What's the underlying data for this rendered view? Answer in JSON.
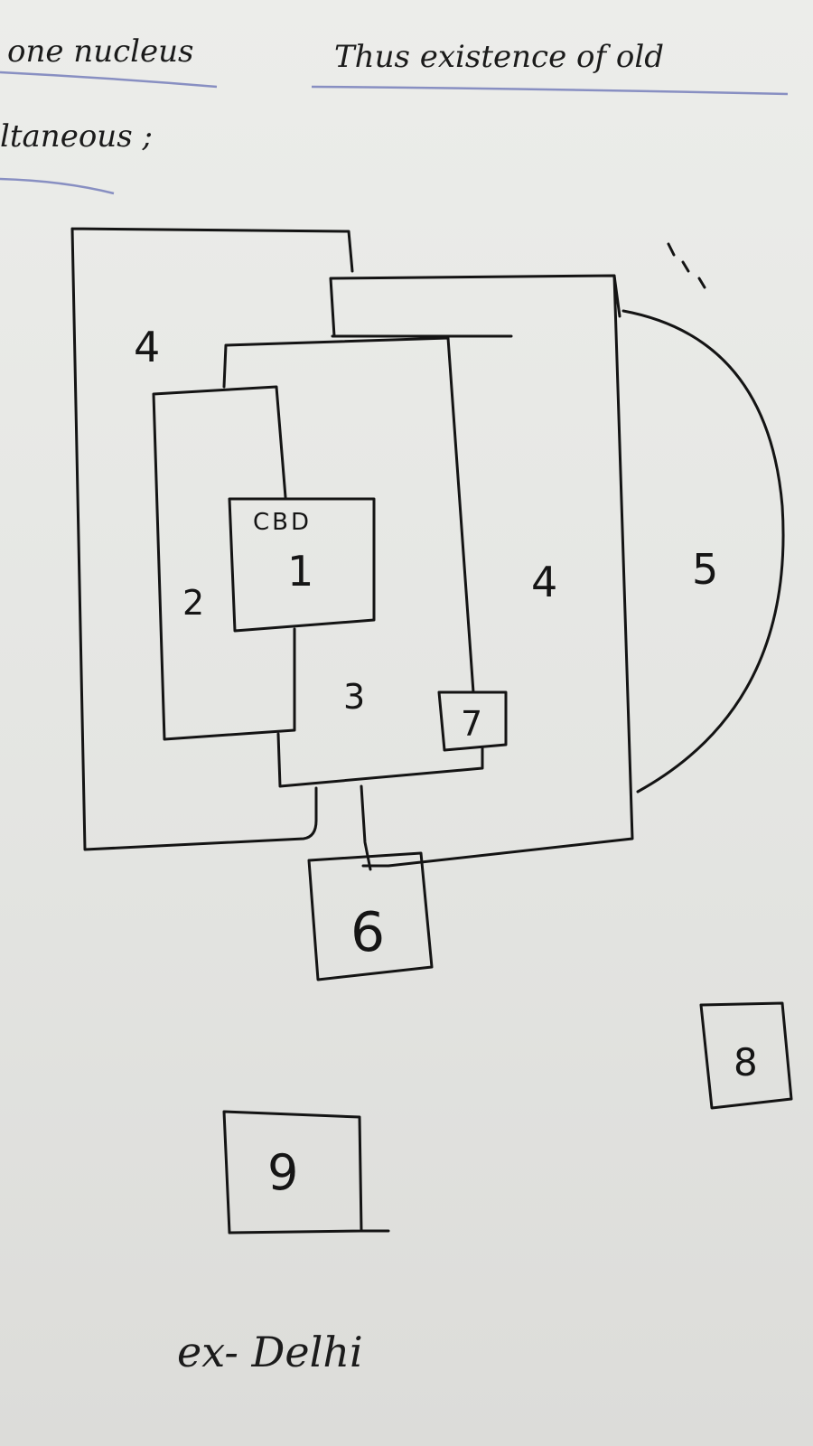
{
  "notes": {
    "line1_a": "one nucleus",
    "line1_b": "Thus existence of old",
    "line2": "ltaneous ;"
  },
  "zones": {
    "cbd_label": "CBD",
    "z1": "1",
    "z2": "2",
    "z3": "3",
    "z4_left": "4",
    "z4_right": "4",
    "z5": "5",
    "z6": "6",
    "z7": "7",
    "z8": "8",
    "z9": "9"
  },
  "example": "ex- Delhi",
  "colors": {
    "paper": "#e8e9e6",
    "ink": "#141414",
    "ruled_line": "#6f78b8"
  }
}
